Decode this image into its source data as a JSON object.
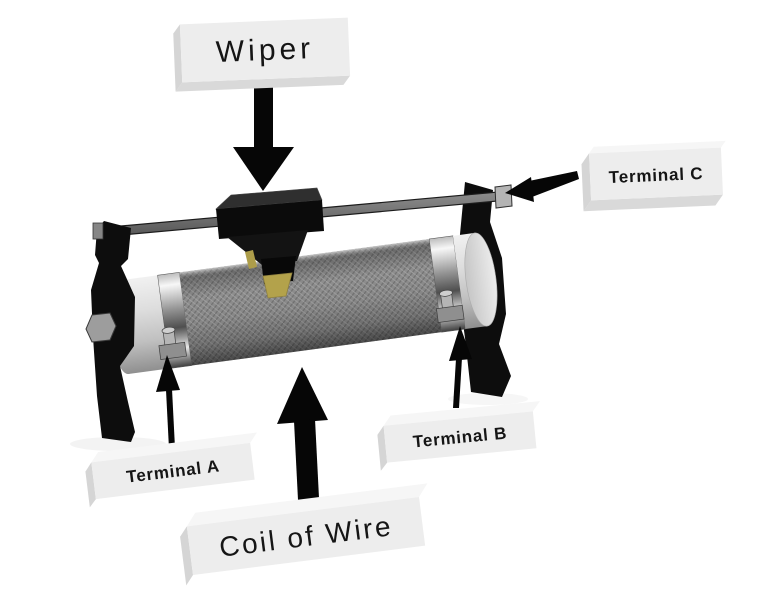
{
  "diagram": {
    "subject": "rheostat-potentiometer-diagram",
    "labels": {
      "wiper": "Wiper",
      "terminal_c": "Terminal C",
      "terminal_a": "Terminal A",
      "terminal_b": "Terminal B",
      "coil_of_wire": "Coil of Wire"
    },
    "colors": {
      "background": "#ffffff",
      "label_box": "#ededed",
      "label_text": "#151515",
      "frame_black": "#0d0d0d",
      "coil_gray": "#8e8e8e",
      "ceramic_cap_gray": "#d6d6d6",
      "metal_band_silver": "#cccccc",
      "slider_rod_gray": "#6e6e6e",
      "wiper_contact_brass": "#b3a24b",
      "arrow_black": "#060606"
    }
  }
}
